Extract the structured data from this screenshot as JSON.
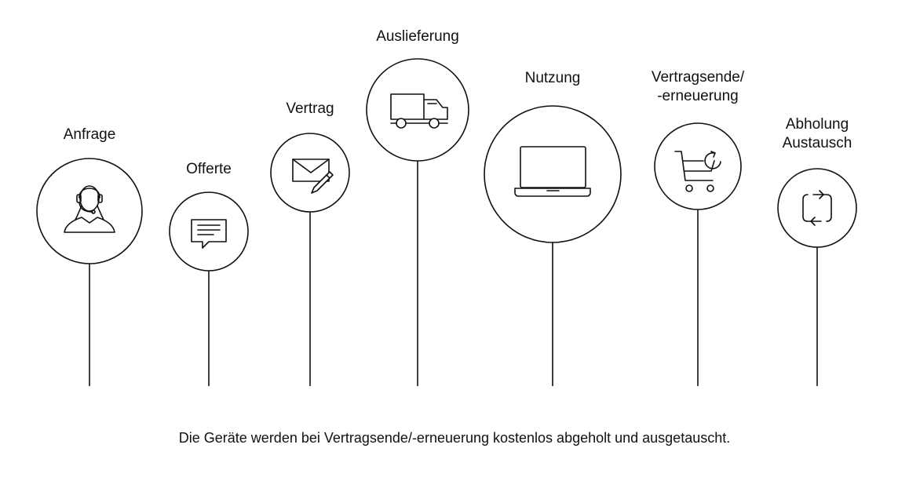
{
  "steps": [
    {
      "label": "Anfrage",
      "icon": "headset-agent-icon"
    },
    {
      "label": "Offerte",
      "icon": "message-icon"
    },
    {
      "label": "Vertrag",
      "icon": "envelope-pen-icon"
    },
    {
      "label": "Auslieferung",
      "icon": "truck-icon"
    },
    {
      "label": "Nutzung",
      "icon": "laptop-icon"
    },
    {
      "label": "Vertragsende/\n-erneuerung",
      "icon": "cart-refresh-icon"
    },
    {
      "label": "Abholung\nAustausch",
      "icon": "exchange-icon"
    }
  ],
  "footer": "Die Geräte werden bei Vertragsende/-erneuerung kostenlos abgeholt und ausgetauscht.",
  "colors": {
    "stroke": "#111111",
    "background": "#ffffff"
  }
}
